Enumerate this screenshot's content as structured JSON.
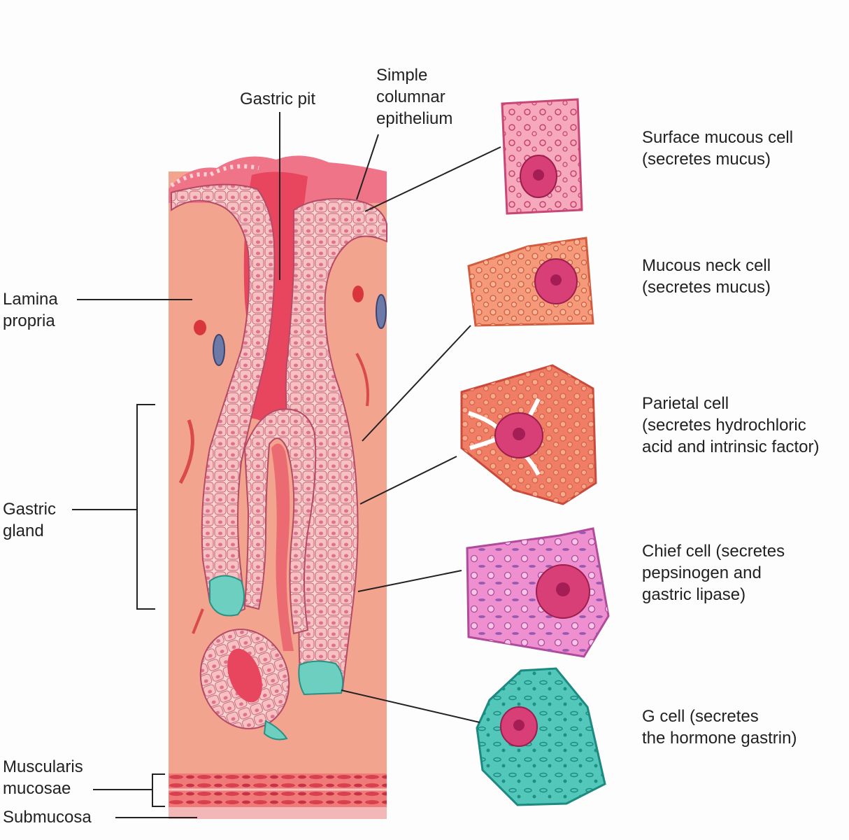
{
  "labels": {
    "gastric_pit": [
      "Gastric pit"
    ],
    "simple_columnar": [
      "Simple",
      "columnar",
      "epithelium"
    ],
    "lamina_propria": [
      "Lamina",
      "propria"
    ],
    "gastric_gland": [
      "Gastric",
      "gland"
    ],
    "muscularis_mucosae": [
      "Muscularis",
      "mucosae"
    ],
    "submucosa": [
      "Submucosa"
    ],
    "surface_mucous_cell": [
      "Surface mucous cell",
      "(secretes mucus)"
    ],
    "mucous_neck_cell": [
      "Mucous neck cell",
      "(secretes mucus)"
    ],
    "parietal_cell": [
      "Parietal cell",
      "(secretes hydrochloric",
      "acid and intrinsic factor)"
    ],
    "chief_cell": [
      "Chief cell (secretes",
      "pepsinogen and",
      "gastric lipase)"
    ],
    "g_cell": [
      "G cell (secretes",
      "the hormone gastrin)"
    ]
  },
  "colors": {
    "tissue": "#f2a48e",
    "epithelium": "#f7c3c0",
    "lumen": "#e8455e",
    "surface_cell": "#f6a8bd",
    "neck_cell": "#f49a7a",
    "parietal_cell": "#f07d66",
    "chief_cell": "#ee8fcf",
    "g_cell": "#52c7ba",
    "nucleus": "#d83f77",
    "leader": "#222222"
  }
}
